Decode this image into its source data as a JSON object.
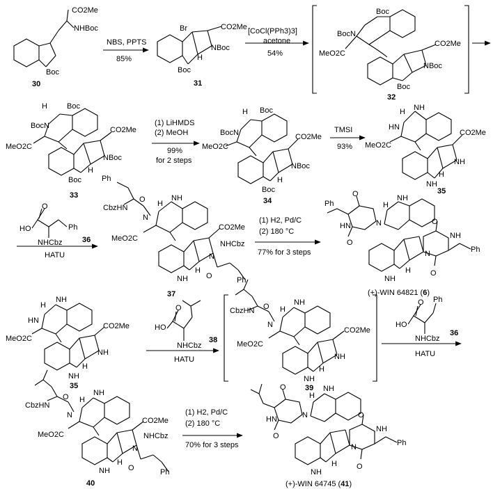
{
  "compounds": {
    "c30": "30",
    "c31": "31",
    "c32": "32",
    "c33": "33",
    "c34": "34",
    "c35a": "35",
    "c35b": "35",
    "c36a": "36",
    "c36b": "36",
    "c37": "37",
    "c38": "38",
    "c39": "39",
    "c40": "40",
    "win6_name": "(+)-WIN 64821",
    "win6_num": "6",
    "win41_name": "(+)-WIN 64745",
    "win41_num": "41"
  },
  "conditions": {
    "r1_reagent": "NBS, PPTS",
    "r1_yield": "85%",
    "r2_reagent": "[CoCl(PPh3)3]",
    "r2_solvent": "acetone",
    "r2_yield": "54%",
    "r3_step1": "(1) LiHMDS",
    "r3_step2": "(2) MeOH",
    "r3_yield": "99%",
    "r3_note": "for 2 steps",
    "r4_reagent": "TMSI",
    "r4_yield": "93%",
    "r5_step1": "(1) H2, Pd/C",
    "r5_step2": "(2) 180 °C",
    "r5_yield": "77% for 3 steps",
    "hatu_1": "HATU",
    "hatu_2": "HATU",
    "hatu_3": "HATU",
    "r6_step1": "(1) H2, Pd/C",
    "r6_step2": "(2) 180 °C",
    "r6_yield": "70% for 3 steps"
  },
  "groups": {
    "co2me": "CO2Me",
    "meo2c": "MeO2C",
    "nhboc": "NHBoc",
    "boc": "Boc",
    "nboc": "NBoc",
    "bocn": "BocN",
    "br": "Br",
    "nh": "NH",
    "hn": "HN",
    "h": "H",
    "n": "N",
    "o": "O",
    "ho": "HO",
    "ph": "Ph",
    "nhcbz": "NHCbz",
    "cbzhn": "CbzHN"
  }
}
